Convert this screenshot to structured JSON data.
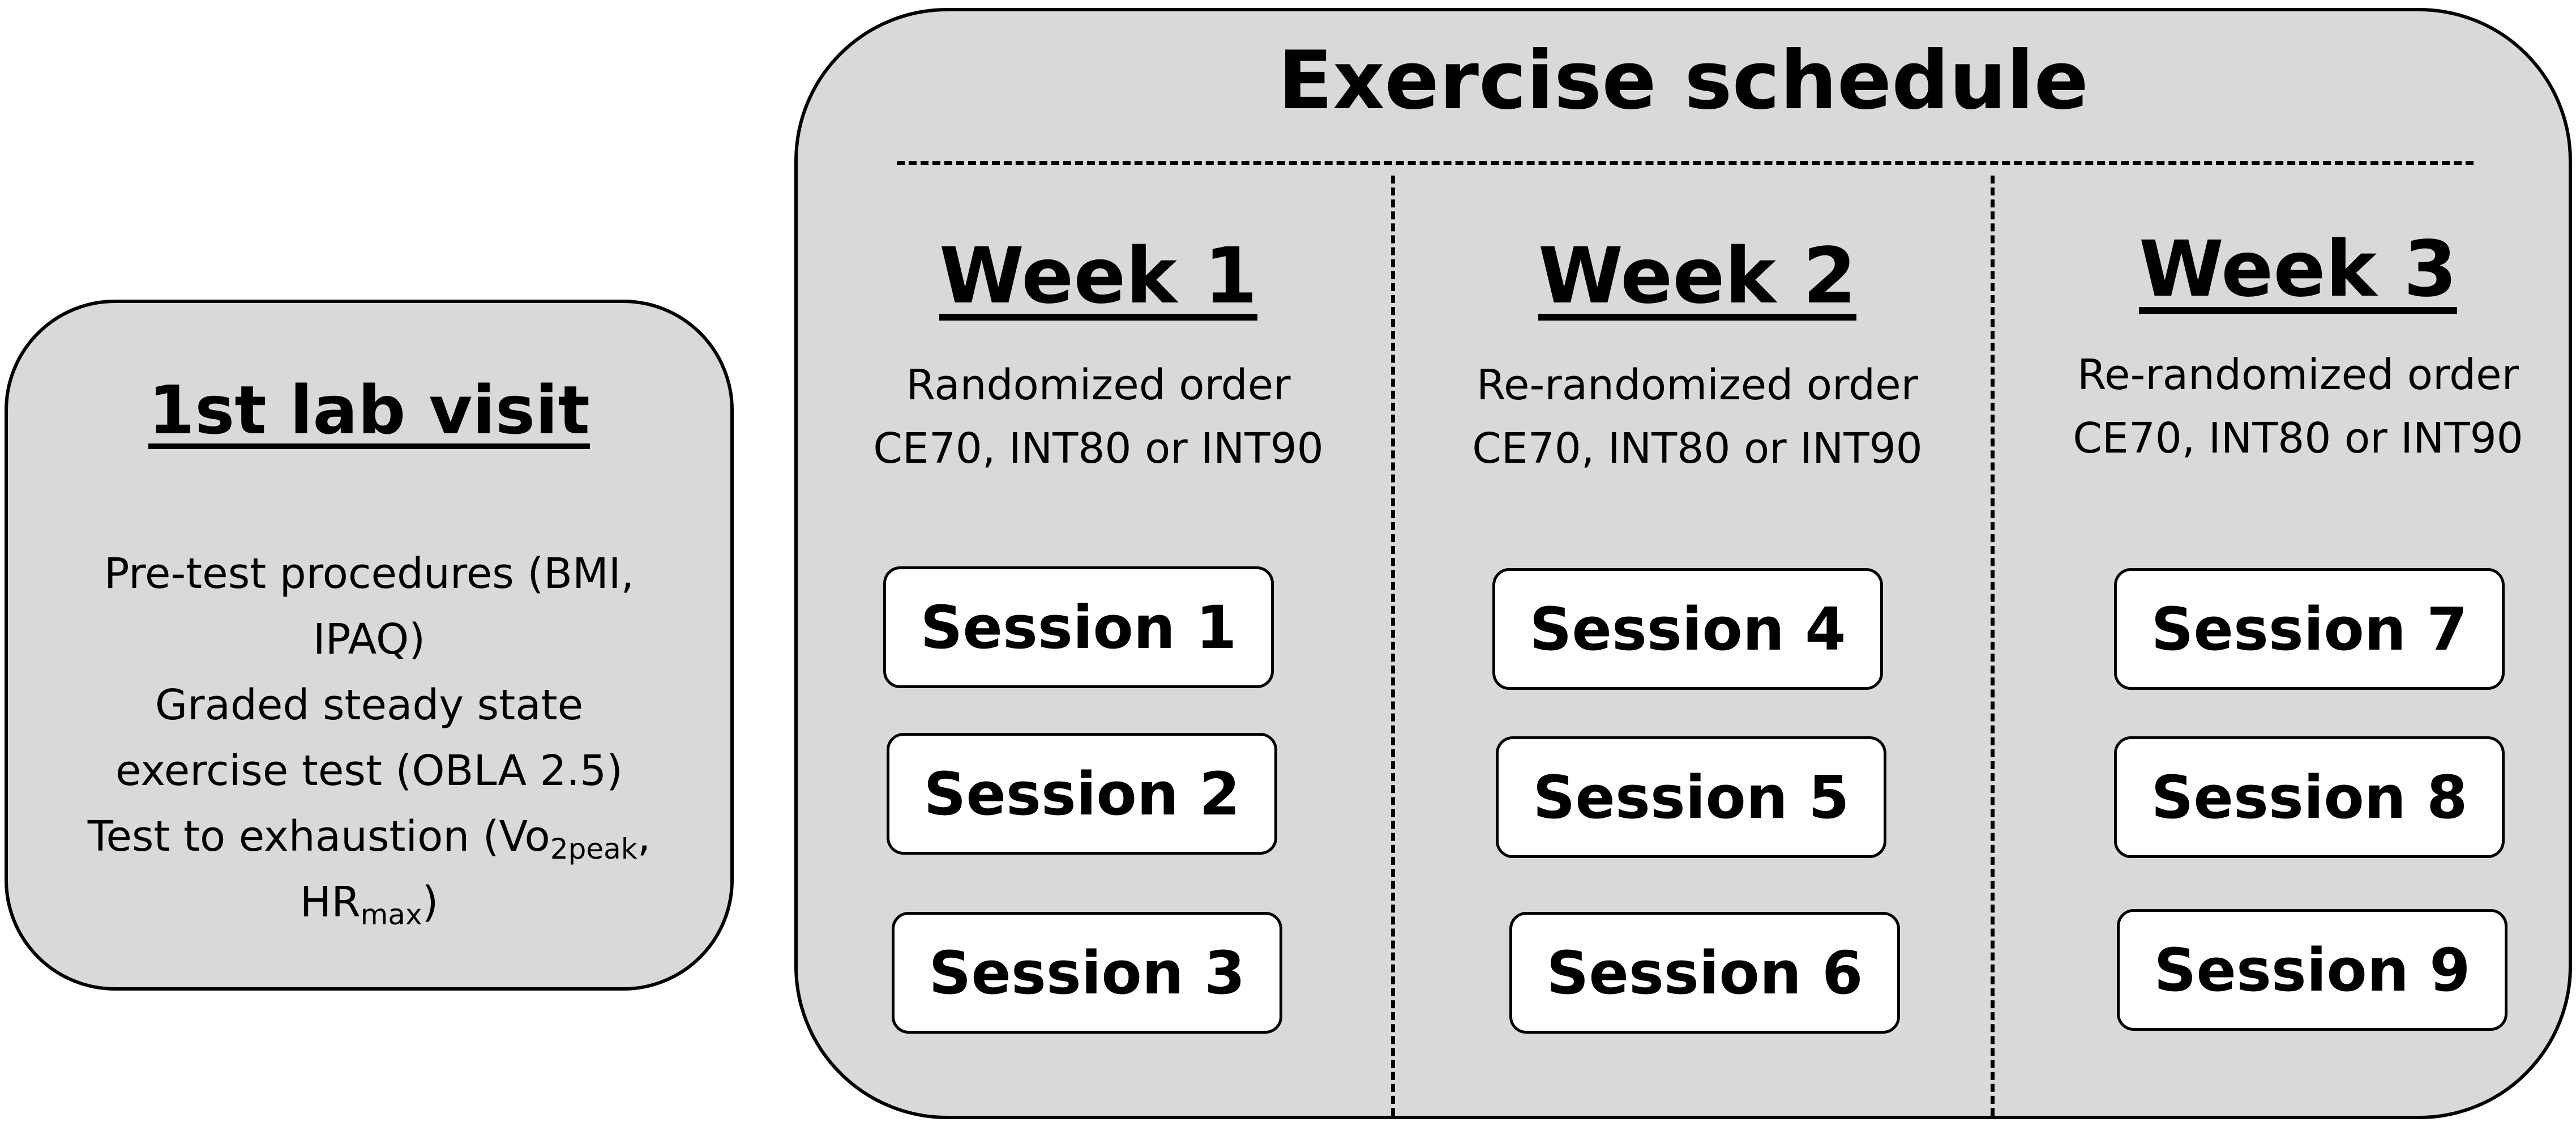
{
  "lab_visit": {
    "title": "1st lab visit",
    "line1": "Pre-test procedures (BMI,",
    "line2": "IPAQ)",
    "line3": "Graded steady state",
    "line4": "exercise test (OBLA 2.5)",
    "line5_main": "Test to exhaustion (Vo",
    "line5_sub": "2peak",
    "line5_end": ",",
    "line6_main": "HR",
    "line6_sub": "max",
    "line6_end": ")"
  },
  "schedule": {
    "title": "Exercise schedule",
    "weeks": [
      {
        "title": "Week 1",
        "order": "Randomized order",
        "conditions": "CE70, INT80 or INT90",
        "sessions": [
          "Session 1",
          "Session 2",
          "Session 3"
        ]
      },
      {
        "title": "Week 2",
        "order": "Re-randomized order",
        "conditions": "CE70, INT80 or INT90",
        "sessions": [
          "Session 4",
          "Session 5",
          "Session 6"
        ]
      },
      {
        "title": "Week 3",
        "order": "Re-randomized order",
        "conditions": "CE70, INT80 or INT90",
        "sessions": [
          "Session 7",
          "Session 8",
          "Session 9"
        ]
      }
    ]
  },
  "colors": {
    "box_fill": "#d9d9d9",
    "session_fill": "#ffffff",
    "stroke": "#000000"
  }
}
